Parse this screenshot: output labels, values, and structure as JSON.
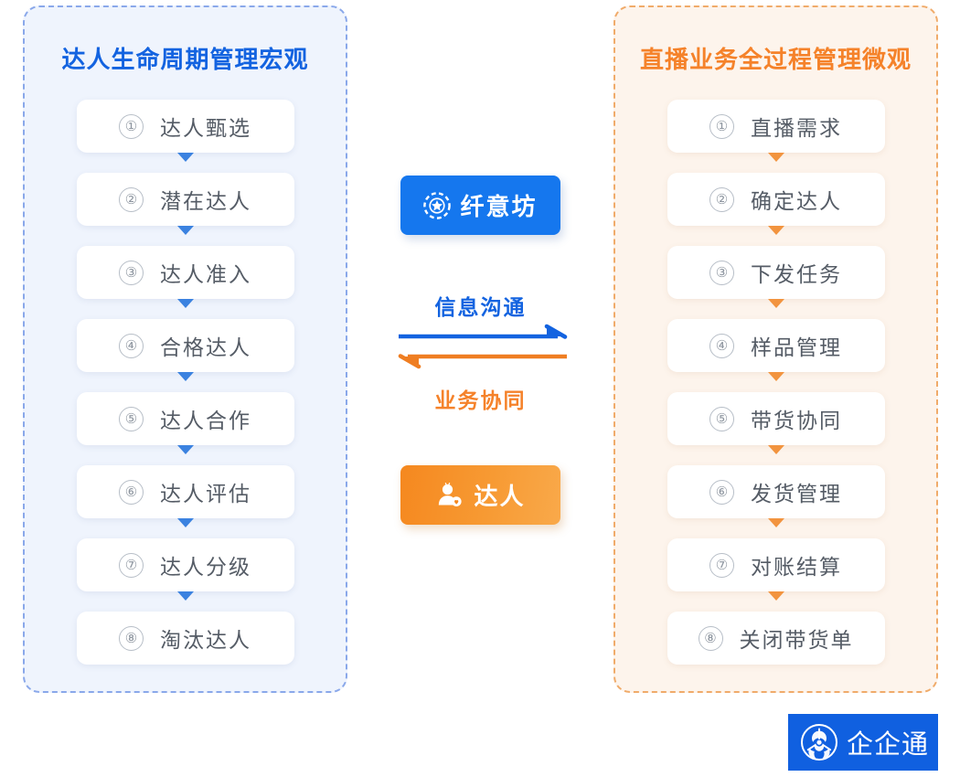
{
  "left_panel": {
    "title": "达人生命周期管理宏观",
    "accent_color": "#1363e0",
    "background_color": "#eff4fd",
    "border_color": "#8aa8ea",
    "steps": [
      {
        "num": "①",
        "label": "达人甄选"
      },
      {
        "num": "②",
        "label": "潜在达人"
      },
      {
        "num": "③",
        "label": "达人准入"
      },
      {
        "num": "④",
        "label": "合格达人"
      },
      {
        "num": "⑤",
        "label": "达人合作"
      },
      {
        "num": "⑥",
        "label": "达人评估"
      },
      {
        "num": "⑦",
        "label": "达人分级"
      },
      {
        "num": "⑧",
        "label": "淘汰达人"
      }
    ]
  },
  "right_panel": {
    "title": "直播业务全过程管理微观",
    "accent_color": "#f5822a",
    "background_color": "#fdf4ec",
    "border_color": "#f0ab6a",
    "steps": [
      {
        "num": "①",
        "label": "直播需求"
      },
      {
        "num": "②",
        "label": "确定达人"
      },
      {
        "num": "③",
        "label": "下发任务"
      },
      {
        "num": "④",
        "label": "样品管理"
      },
      {
        "num": "⑤",
        "label": "带货协同"
      },
      {
        "num": "⑥",
        "label": "发货管理"
      },
      {
        "num": "⑦",
        "label": "对账结算"
      },
      {
        "num": "⑧",
        "label": "关闭带货单"
      }
    ]
  },
  "center": {
    "brand_box": {
      "label": "纤意坊",
      "icon": "star-badge-icon",
      "color": "#1577ee"
    },
    "talent_box": {
      "label": "达人",
      "icon": "person-heart-icon",
      "color": "#f5881f"
    },
    "top_arrow": {
      "label": "信息沟通",
      "direction": "right",
      "color": "#1363e0"
    },
    "bottom_arrow": {
      "label": "业务协同",
      "direction": "left",
      "color": "#f5822a"
    }
  },
  "footer": {
    "logo_text": "企企通",
    "logo_icon": "qqt-emblem-icon",
    "logo_bg": "#1060e0"
  }
}
